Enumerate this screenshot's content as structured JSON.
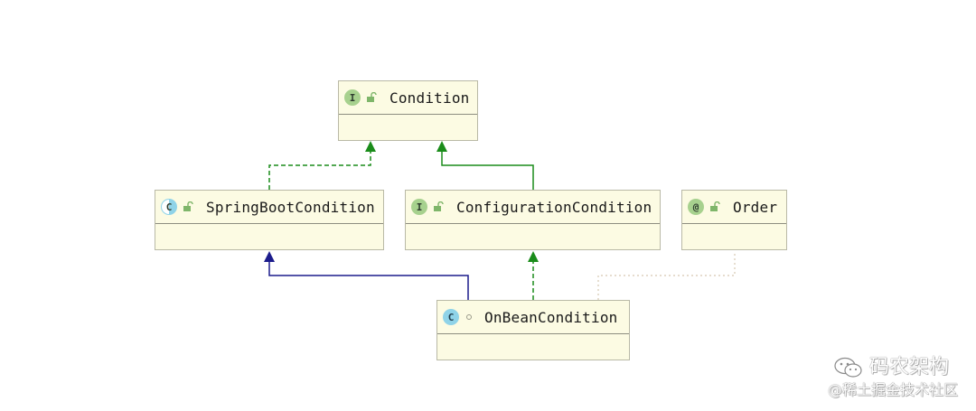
{
  "diagram": {
    "nodes": {
      "condition": {
        "name": "Condition",
        "kind": "I"
      },
      "spring_boot_condition": {
        "name": "SpringBootCondition",
        "kind": "C"
      },
      "configuration_condition": {
        "name": "ConfigurationCondition",
        "kind": "I"
      },
      "order": {
        "name": "Order",
        "kind": "@"
      },
      "on_bean_condition": {
        "name": "OnBeanCondition",
        "kind": "C"
      }
    },
    "edges": [
      {
        "from": "spring_boot_condition",
        "to": "condition",
        "style": "dashed",
        "color": "#1a8c1a",
        "relation": "implements"
      },
      {
        "from": "configuration_condition",
        "to": "condition",
        "style": "solid",
        "color": "#1a8c1a",
        "relation": "extends"
      },
      {
        "from": "on_bean_condition",
        "to": "spring_boot_condition",
        "style": "solid",
        "color": "#1c1c8c",
        "relation": "extends"
      },
      {
        "from": "on_bean_condition",
        "to": "configuration_condition",
        "style": "dashed",
        "color": "#1a8c1a",
        "relation": "implements"
      },
      {
        "from": "on_bean_condition",
        "to": "order",
        "style": "dotted",
        "color": "#d6c8b0",
        "relation": "annotated"
      }
    ],
    "colors": {
      "node_fill": "#fcfbe3",
      "node_border": "#b9b9a6",
      "interface_badge": "#a7d18e",
      "class_badge": "#8fd3e8",
      "implements_edge": "#1a8c1a",
      "extends_edge": "#1c1c8c"
    }
  },
  "watermark": {
    "line1": "码农架构",
    "line2": "@稀土掘金技术社区"
  }
}
